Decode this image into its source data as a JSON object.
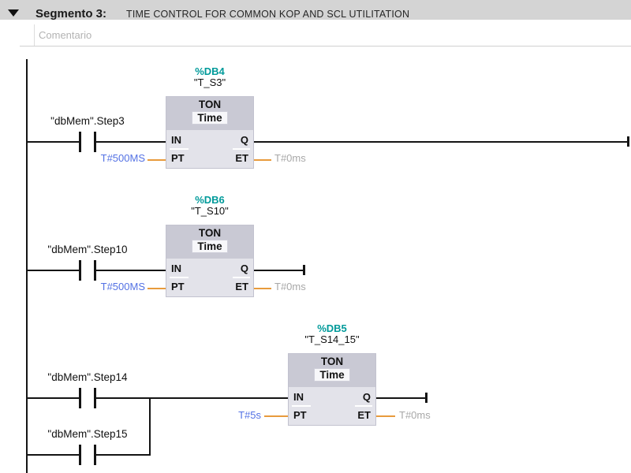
{
  "header": {
    "segment_label": "Segmento 3:",
    "segment_title": "TIME CONTROL FOR COMMON KOP AND SCL UTILITATION",
    "comment_placeholder": "Comentario",
    "collapse_icon": "triangle-down"
  },
  "block": {
    "type": "TON",
    "data_type": "Time"
  },
  "pins": {
    "in": "IN",
    "pt": "PT",
    "q": "Q",
    "et": "ET"
  },
  "rungs": [
    {
      "db": "%DB4",
      "instance": "\"T_S3\"",
      "contacts": [
        "\"dbMem\".Step3"
      ],
      "pt_value": "T#500MS",
      "et_value": "T#0ms"
    },
    {
      "db": "%DB6",
      "instance": "\"T_S10\"",
      "contacts": [
        "\"dbMem\".Step10"
      ],
      "pt_value": "T#500MS",
      "et_value": "T#0ms"
    },
    {
      "db": "%DB5",
      "instance": "\"T_S14_15\"",
      "contacts": [
        "\"dbMem\".Step14",
        "\"dbMem\".Step15"
      ],
      "pt_value": "T#5s",
      "et_value": "T#0ms"
    }
  ],
  "colors": {
    "db_label": "#009a9a",
    "operand_value": "#5472e4",
    "wire_orange": "#e89b3c",
    "et_output_text": "#a8a8a8",
    "wire": "#141414",
    "block_header": "#c9c9d4",
    "block_body": "#e3e3ea",
    "header_bar": "#d4d4d4"
  }
}
